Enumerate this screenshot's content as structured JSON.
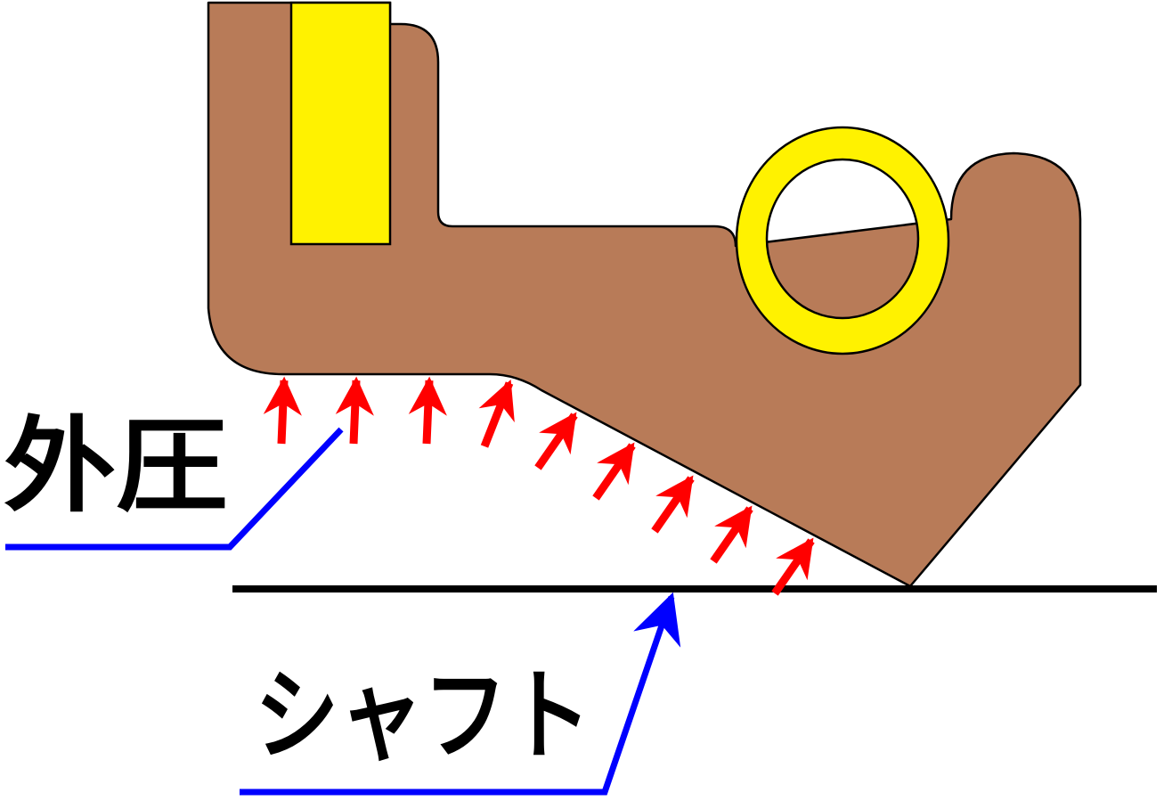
{
  "labels": {
    "external_pressure": "外圧",
    "shaft": "シャフト"
  },
  "colors": {
    "seal_body": "#b87b58",
    "metal_insert": "#fff200",
    "garter_spring": "#fff200",
    "pressure_arrows": "#ff0000",
    "leader_lines": "#0000ff",
    "shaft_line": "#000000",
    "outline": "#000000"
  },
  "pressure_arrow_count": 9
}
